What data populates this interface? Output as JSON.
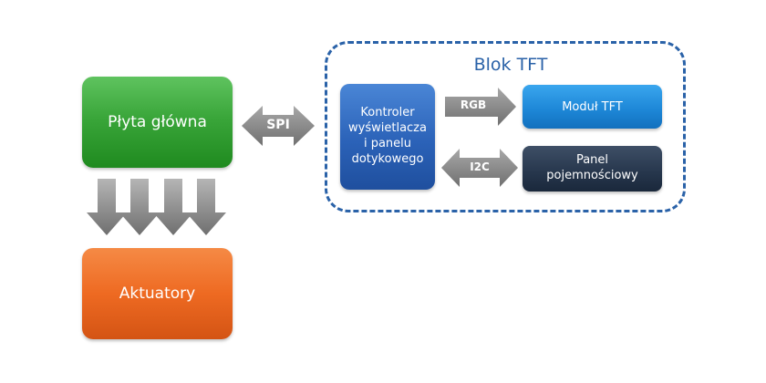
{
  "blocks": {
    "main_board": "Płyta główna",
    "actuators": "Aktuatory",
    "controller": [
      "Kontroler",
      "wyświetlacza",
      "i panelu",
      "dotykowego"
    ],
    "tft_module": "Moduł TFT",
    "panel": [
      "Panel",
      "pojemnościowy"
    ]
  },
  "group": {
    "title": "Blok TFT"
  },
  "links": {
    "spi": "SPI",
    "rgb": "RGB",
    "i2c": "I2C"
  },
  "colors": {
    "main_board": "#3aa63a",
    "actuators": "#ee6a22",
    "controller": "#2b62b8",
    "tft_module": "#1e88d8",
    "panel": "#26364c",
    "group_border": "#2a62a8",
    "arrow": "#8a8a8a"
  }
}
